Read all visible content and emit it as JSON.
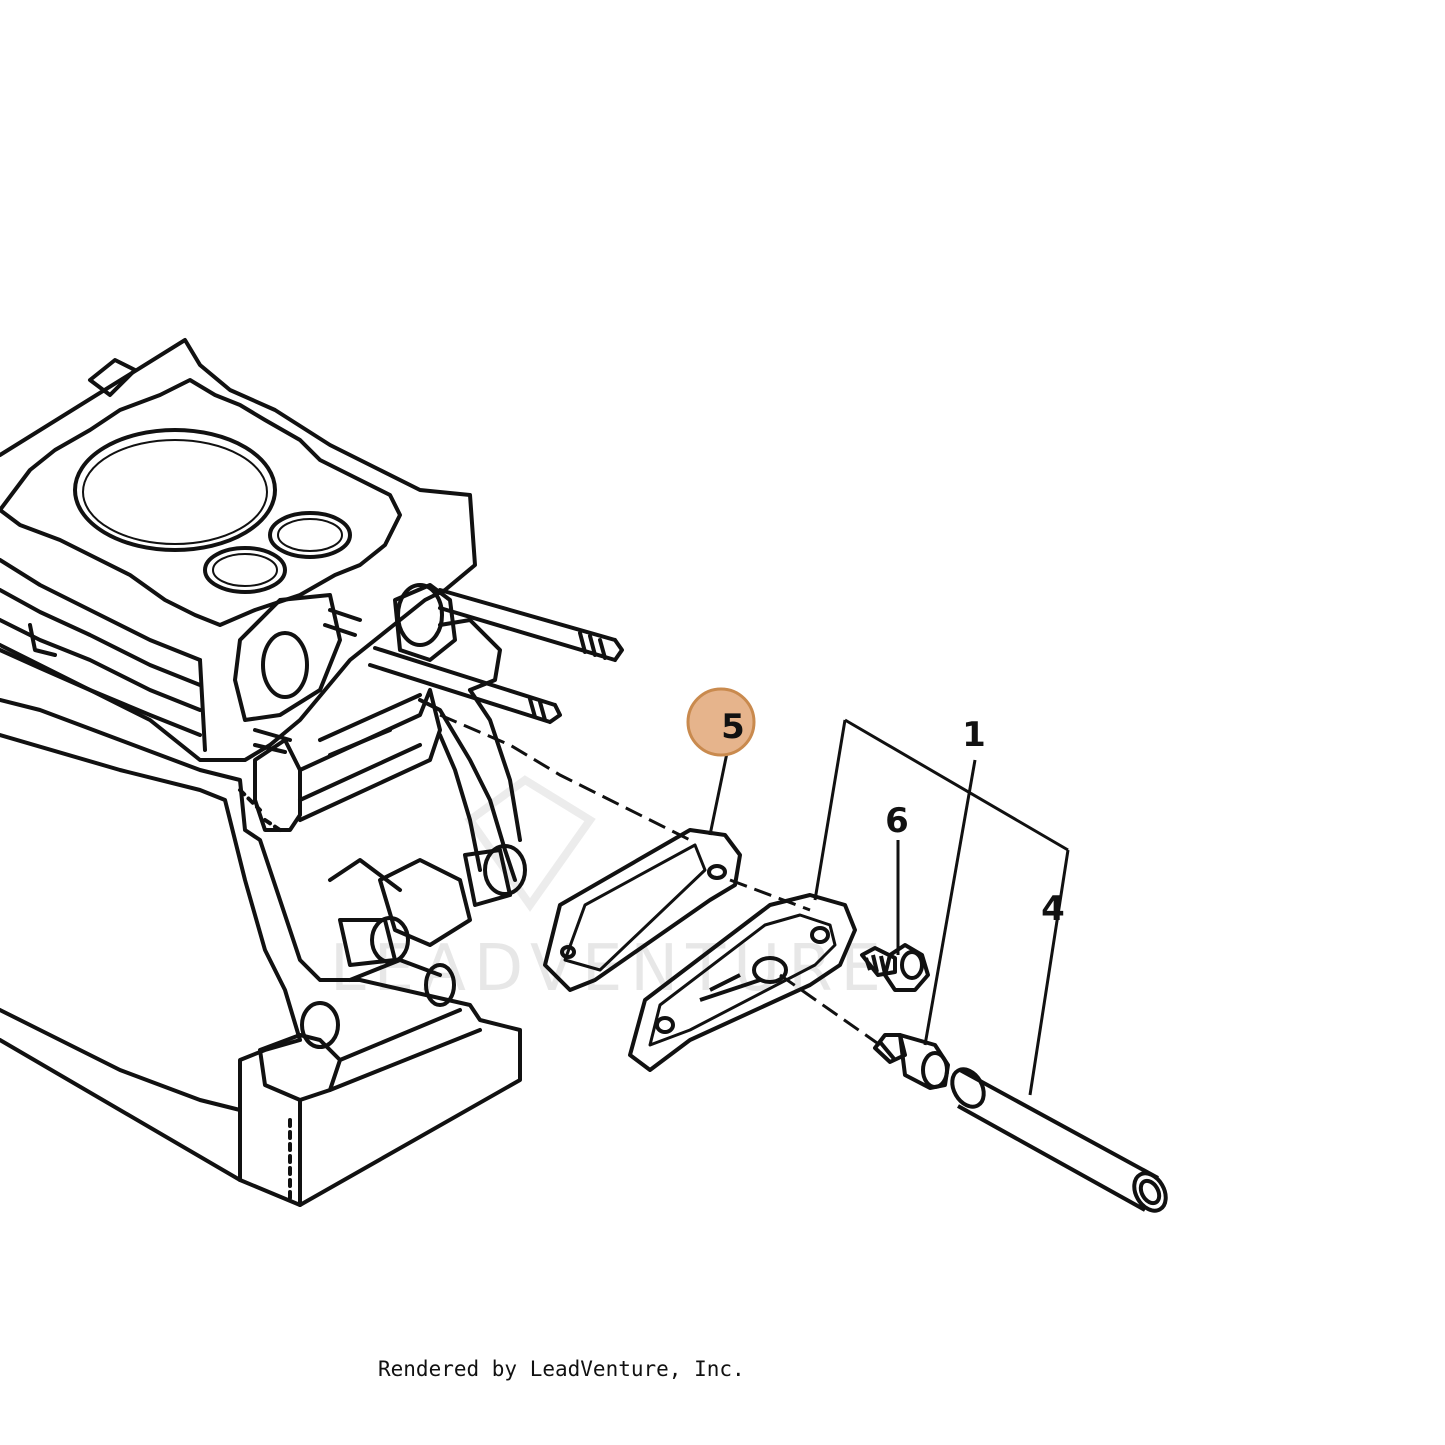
{
  "callouts": {
    "c1": "1",
    "c4": "4",
    "c5": "5",
    "c6": "6"
  },
  "highlight_color": "#e6b48c",
  "highlight_border": "#c98a4e",
  "watermark": "LEADVENTURE",
  "credit": "Rendered by LeadVenture, Inc."
}
